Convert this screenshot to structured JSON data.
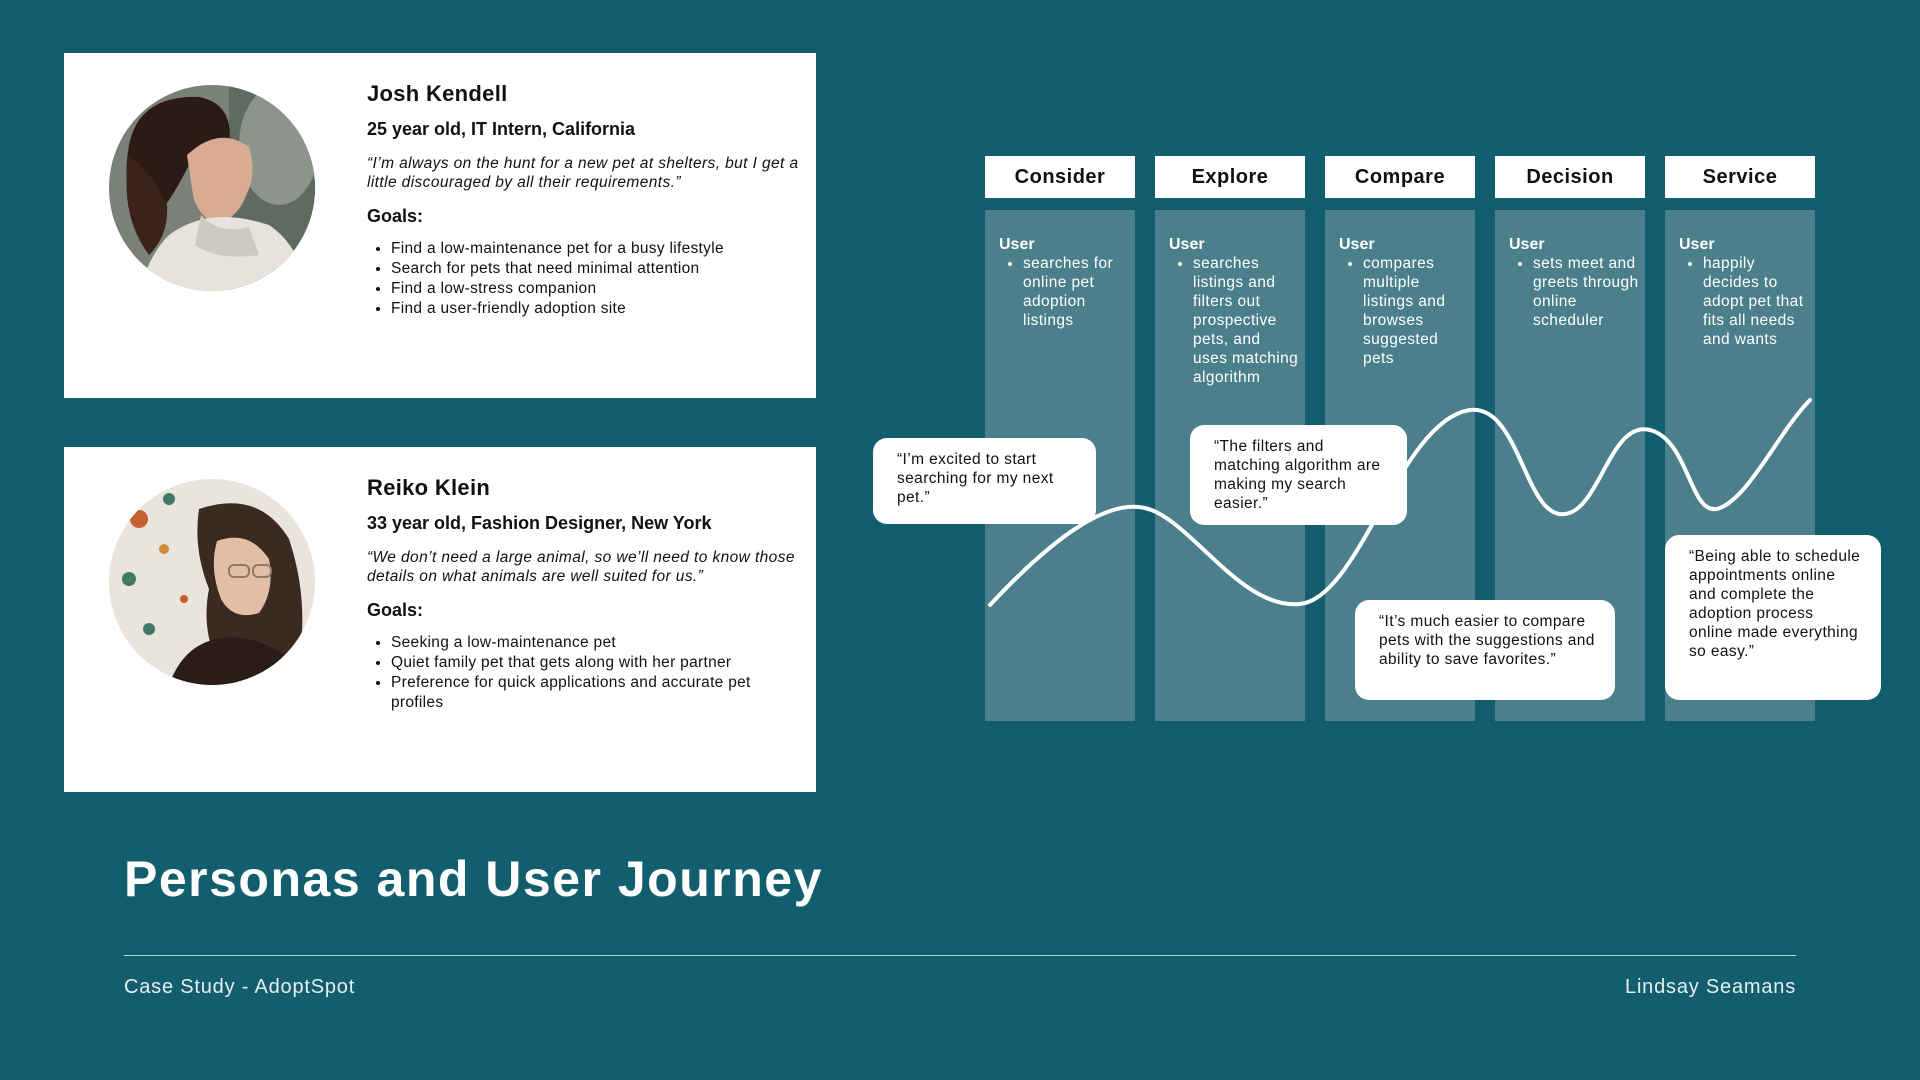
{
  "personas": [
    {
      "name": "Josh Kendell",
      "meta": "25 year old, IT Intern, California",
      "quote": "“I’m always on the hunt for a new pet at shelters, but I get a little discouraged by all their requirements.”",
      "goals_label": "Goals:",
      "goals": [
        "Find a low-maintenance pet for a busy lifestyle",
        "Search for pets that need minimal attention",
        "Find a low-stress companion",
        "Find a user-friendly adoption site"
      ]
    },
    {
      "name": "Reiko Klein",
      "meta": "33 year old, Fashion Designer, New York",
      "quote": "“We don’t need a large animal, so we’ll need to know those details on what animals are well suited for us.”",
      "goals_label": "Goals:",
      "goals": [
        "Seeking a low-maintenance pet",
        "Quiet family pet that gets along with her partner",
        "Preference for quick applications and accurate pet profiles"
      ]
    }
  ],
  "stages": [
    {
      "title": "Consider",
      "user_label": "User",
      "action": "searches for online pet adoption listings"
    },
    {
      "title": "Explore",
      "user_label": "User",
      "action": "searches listings and filters out prospective pets, and uses matching algorithm"
    },
    {
      "title": "Compare",
      "user_label": "User",
      "action": "compares multiple listings and browses suggested pets"
    },
    {
      "title": "Decision",
      "user_label": "User",
      "action": "sets meet and greets through online scheduler"
    },
    {
      "title": "Service",
      "user_label": "User",
      "action": "happily decides to adopt pet that fits all needs and wants"
    }
  ],
  "quotes": [
    "“I’m excited to start searching for my next pet.”",
    "“The filters and matching algorithm are making my search easier.”",
    "“It’s much easier to compare pets with the suggestions and ability to save favorites.”",
    "“Being able to schedule appointments online and complete the adoption process online made everything so easy.”"
  ],
  "title": "Personas and User Journey",
  "footer": {
    "left": "Case Study - AdoptSpot",
    "right": "Lindsay Seamans"
  },
  "colors": {
    "background": "#135e6e",
    "stage_column": "#4a7f8b",
    "card": "#ffffff"
  }
}
